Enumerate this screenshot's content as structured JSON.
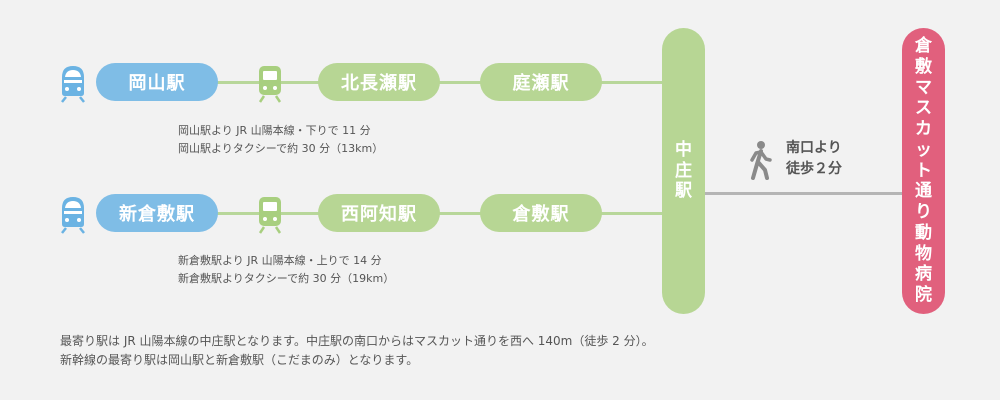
{
  "route1": {
    "origin": "岡山駅",
    "stops": [
      "北長瀬駅",
      "庭瀬駅"
    ],
    "notes": [
      "岡山駅より JR 山陽本線・下りで 11 分",
      "岡山駅よりタクシーで約 30 分（13km）"
    ]
  },
  "route2": {
    "origin": "新倉敷駅",
    "stops": [
      "西阿知駅",
      "倉敷駅"
    ],
    "notes": [
      "新倉敷駅より JR 山陽本線・上りで 14 分",
      "新倉敷駅よりタクシーで約 30 分（19km）"
    ]
  },
  "hub": {
    "chars": [
      "中",
      "庄",
      "駅"
    ]
  },
  "walk": {
    "line1": "南口より",
    "line2": "徒歩２分"
  },
  "destination": {
    "chars": [
      "倉",
      "敷",
      "マ",
      "ス",
      "カ",
      "ッ",
      "ト",
      "通",
      "り",
      "動",
      "物",
      "病",
      "院"
    ]
  },
  "footer": {
    "line1": "最寄り駅は JR 山陽本線の中庄駅となります。中庄駅の南口からはマスカット通りを西へ 140m（徒歩 2 分）。",
    "line2": "新幹線の最寄り駅は岡山駅と新倉敷駅（こだまのみ）となります。"
  },
  "icons": {
    "shinkansen": "bullet-train-icon",
    "local_train": "train-icon",
    "walk": "walking-person-icon"
  },
  "colors": {
    "shinkansen": "#7fbde6",
    "local": "#b7d694",
    "destination": "#e1607d",
    "walk_line": "#b5b5b5"
  }
}
